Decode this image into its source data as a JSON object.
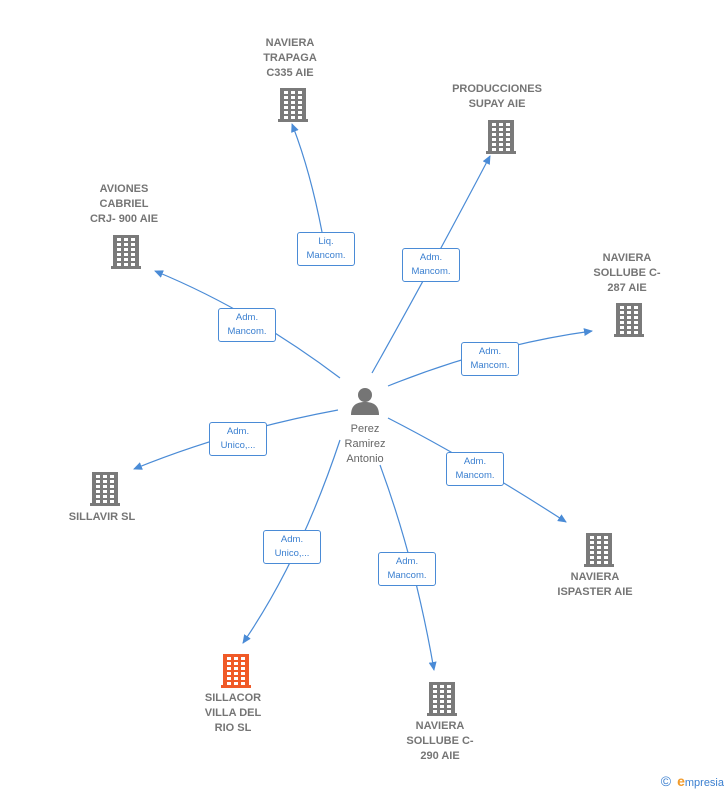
{
  "center": {
    "name": "Perez\nRamirez\nAntonio",
    "icon": "person-icon"
  },
  "nodes": [
    {
      "id": "naviera-trapaga",
      "name": "NAVIERA\nTRAPAGA\nC335  AIE",
      "icon": "building-icon",
      "color": "#7a7a7a",
      "role": "Liq.\nMancom."
    },
    {
      "id": "producciones-supay",
      "name": "PRODUCCIONES\nSUPAY AIE",
      "icon": "building-icon",
      "color": "#7a7a7a",
      "role": "Adm.\nMancom."
    },
    {
      "id": "aviones-cabriel",
      "name": "AVIONES\nCABRIEL\nCRJ- 900 AIE",
      "icon": "building-icon",
      "color": "#7a7a7a",
      "role": "Adm.\nMancom."
    },
    {
      "id": "naviera-sollube-287",
      "name": "NAVIERA\nSOLLUBE C-\n287 AIE",
      "icon": "building-icon",
      "color": "#7a7a7a",
      "role": "Adm.\nMancom."
    },
    {
      "id": "sillavir",
      "name": "SILLAVIR SL",
      "icon": "building-icon",
      "color": "#7a7a7a",
      "role": "Adm.\nUnico,..."
    },
    {
      "id": "naviera-ispaster",
      "name": "NAVIERA\nISPASTER AIE",
      "icon": "building-icon",
      "color": "#7a7a7a",
      "role": "Adm.\nMancom."
    },
    {
      "id": "sillacor-villa",
      "name": "SILLACOR\nVILLA DEL\nRIO  SL",
      "icon": "building-icon",
      "color": "#f05a28",
      "role": "Adm.\nUnico,..."
    },
    {
      "id": "naviera-sollube-290",
      "name": "NAVIERA\nSOLLUBE C-\n290 AIE",
      "icon": "building-icon",
      "color": "#7a7a7a",
      "role": "Adm.\nMancom."
    }
  ],
  "colors": {
    "edge": "#4a8bd6",
    "node": "#7a7a7a",
    "highlight": "#f05a28"
  },
  "brand": {
    "copyright": "©",
    "text": "mpresia",
    "initial": "e"
  }
}
